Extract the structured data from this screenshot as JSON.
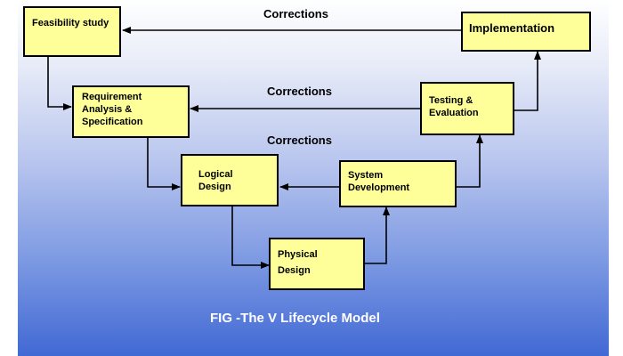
{
  "stages": {
    "feasibility": "Feasibility study",
    "requirement": "Requirement\nAnalysis &\nSpecification",
    "logical": "Logical\nDesign",
    "physical": "Physical\nDesign",
    "system": "System\nDevelopment",
    "testing": "Testing &\nEvaluation",
    "implementation": "Implementation"
  },
  "corrections": [
    "Corrections",
    "Corrections",
    "Corrections"
  ],
  "caption": "FIG -The V Lifecycle Model",
  "colors": {
    "box_fill": "#ffff99",
    "caption": "#ffffff"
  }
}
